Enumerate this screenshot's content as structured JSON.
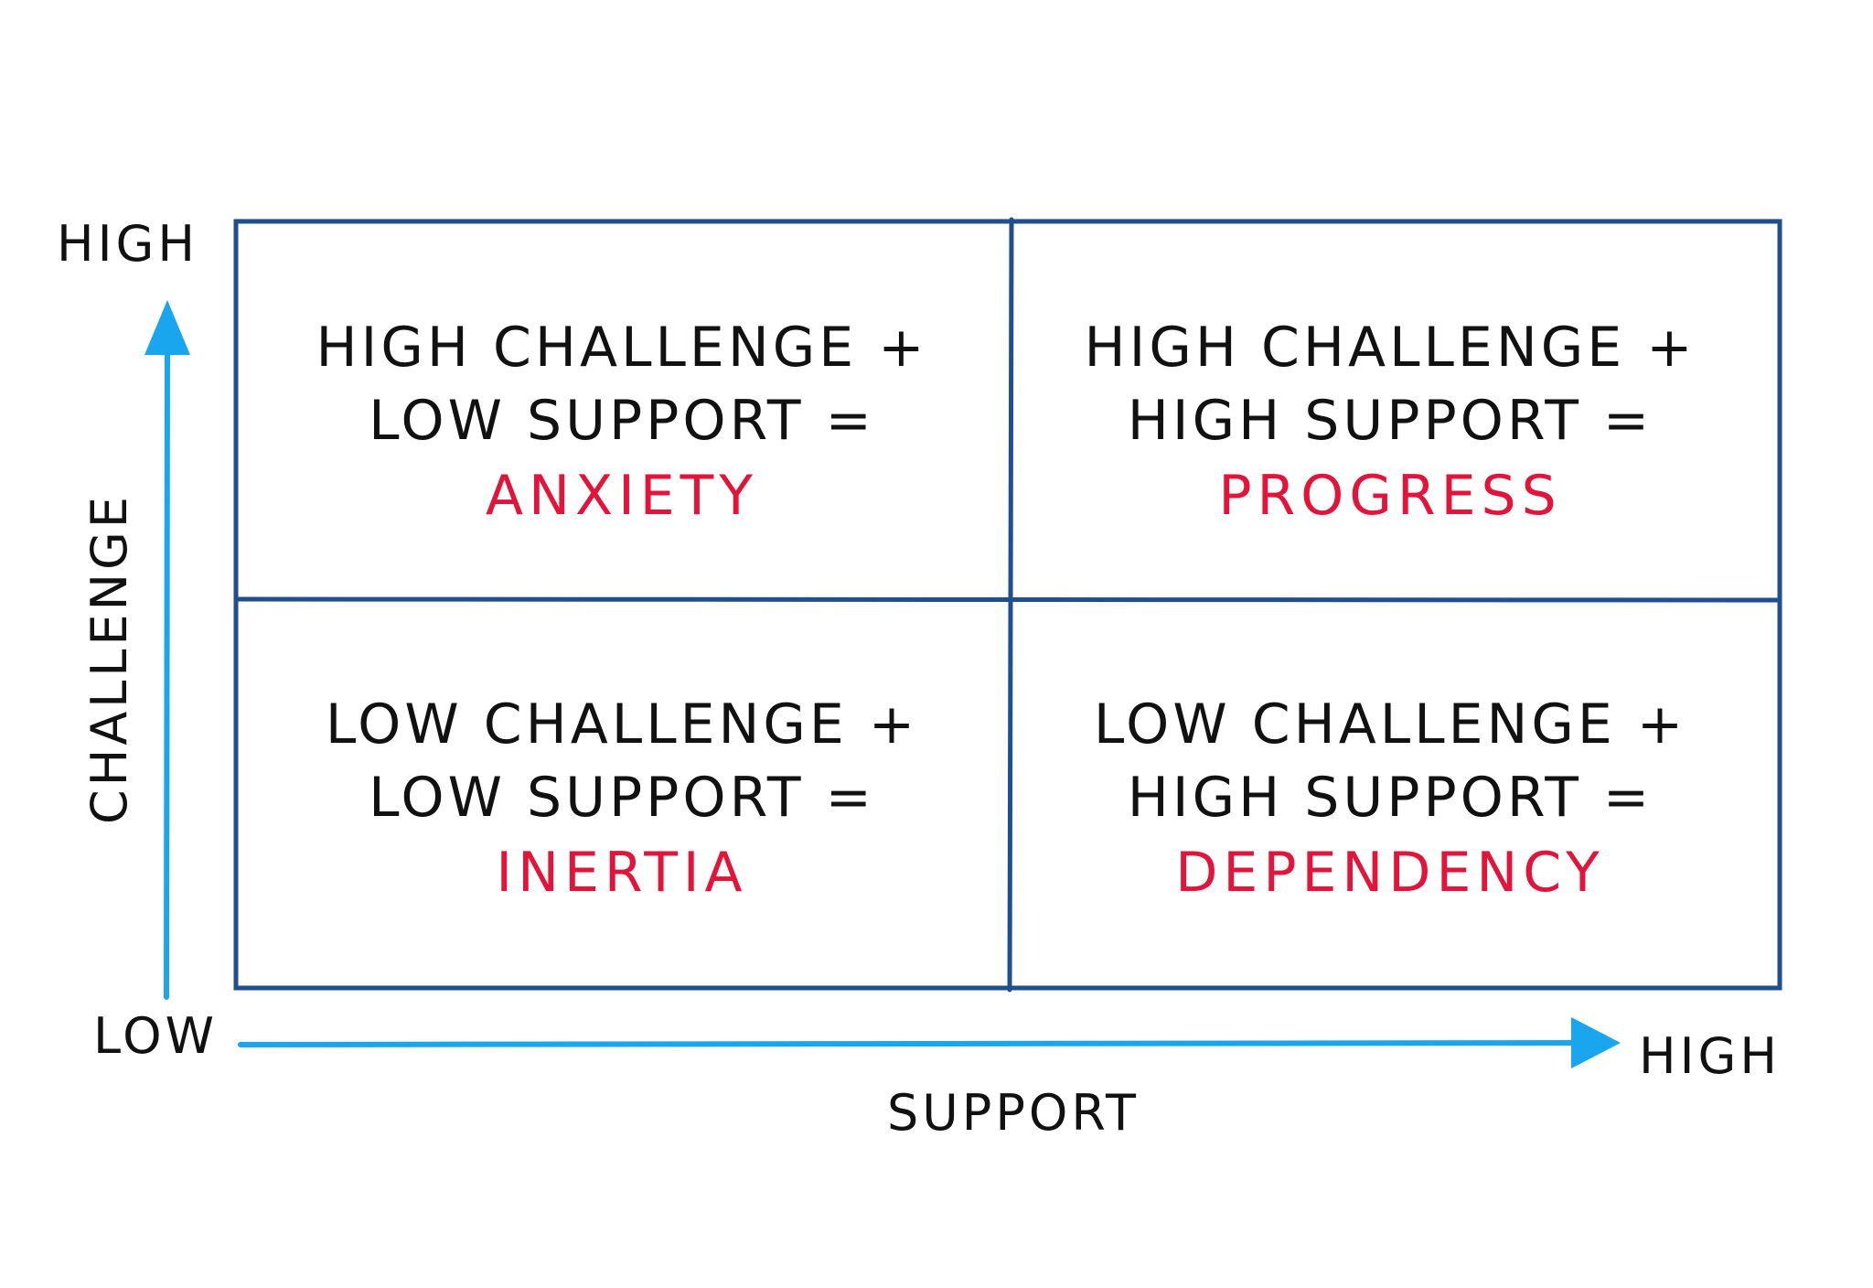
{
  "colors": {
    "grid": "#1f4f8f",
    "axis": "#19a6ee",
    "text": "#111111",
    "result": "#e3143a"
  },
  "y_axis": {
    "title": "CHALLENGE",
    "high_label": "HIGH",
    "low_label": "LOW"
  },
  "x_axis": {
    "title": "SUPPORT",
    "high_label": "HIGH"
  },
  "quadrants": {
    "top_left": {
      "line1": "HIGH CHALLENGE +",
      "line2": "LOW SUPPORT =",
      "result": "ANXIETY"
    },
    "top_right": {
      "line1": "HIGH CHALLENGE +",
      "line2": "HIGH SUPPORT =",
      "result": "PROGRESS"
    },
    "bottom_left": {
      "line1": "LOW CHALLENGE +",
      "line2": "LOW SUPPORT =",
      "result": "INERTIA"
    },
    "bottom_right": {
      "line1": "LOW CHALLENGE +",
      "line2": "HIGH SUPPORT =",
      "result": "DEPENDENCY"
    }
  }
}
